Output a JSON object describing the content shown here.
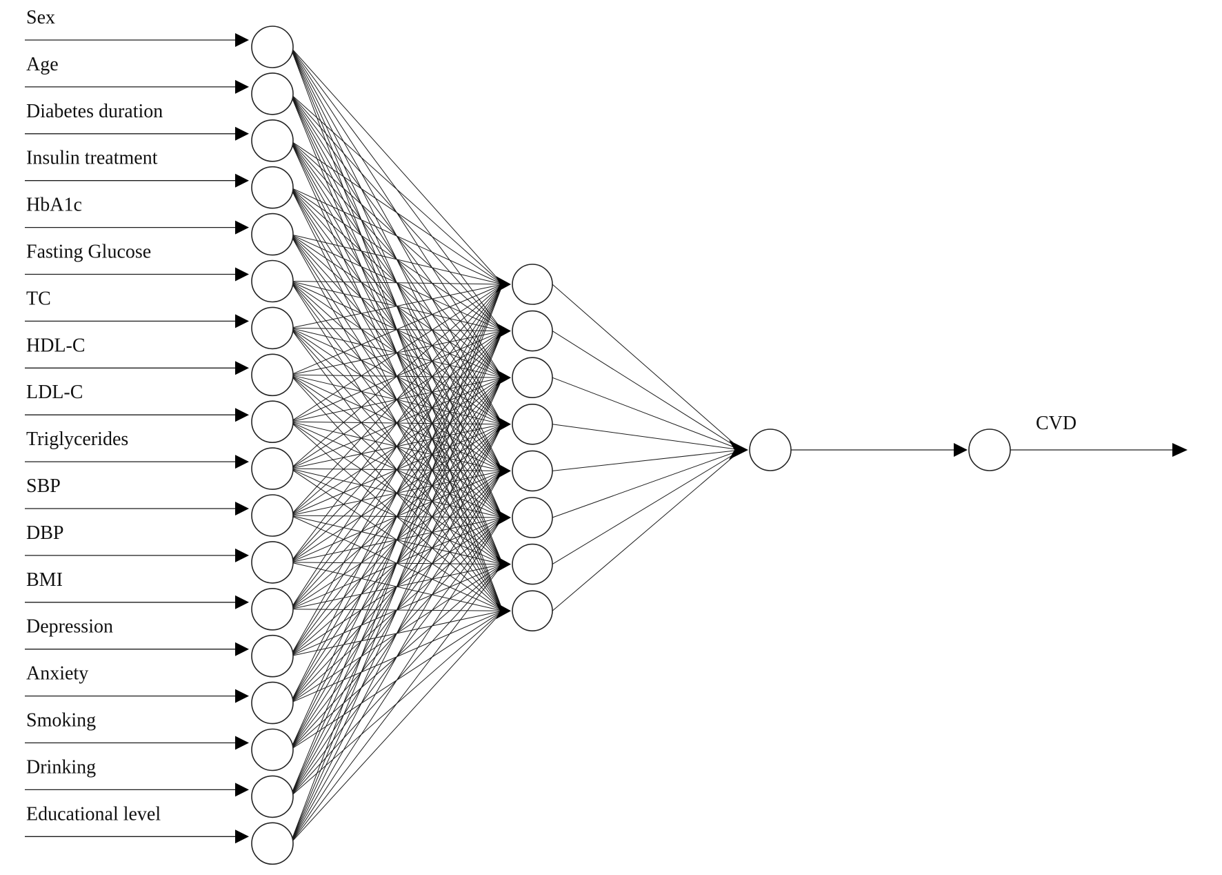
{
  "inputs": [
    "Sex",
    "Age",
    "Diabetes duration",
    "Insulin treatment",
    "HbA1c",
    "Fasting Glucose",
    "TC",
    "HDL-C",
    "LDL-C",
    "Triglycerides",
    "SBP",
    "DBP",
    "BMI",
    "Depression",
    "Anxiety",
    "Smoking",
    "Drinking",
    "Educational level"
  ],
  "hidden_count": 8,
  "output_label": "CVD",
  "colors": {
    "line": "#1a1a1a",
    "node_fill": "#ffffff",
    "text": "#111111"
  }
}
